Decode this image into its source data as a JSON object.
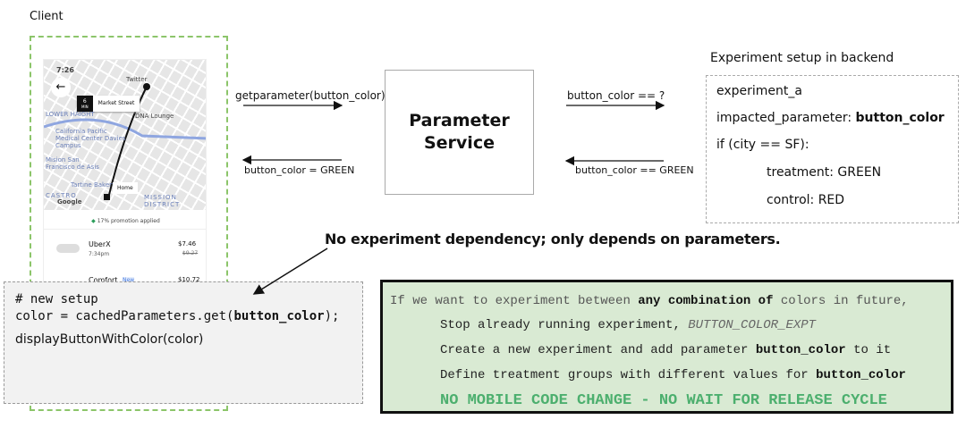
{
  "client_label": "Client",
  "phone": {
    "time": "7:26",
    "eta_minutes": "6",
    "eta_unit": "MIN",
    "pickup": "Market Street",
    "dropoff": "Home",
    "map_labels": [
      "LOWER HAIGHT",
      "Twitter",
      "DNA Lounge",
      "California Pacific Medical Center Davies Campus",
      "Mision San Francisco de Asis",
      "Tartine Bakery",
      "CASTRO",
      "MISSION DISTRICT",
      "Google"
    ],
    "promotion": "17% promotion applied",
    "rides": [
      {
        "name": "UberX",
        "time": "7:34pm",
        "price": "$7.46",
        "old_price": "$9.27"
      },
      {
        "name": "Comfort",
        "badge": "New",
        "price": "$10.72"
      }
    ]
  },
  "code": {
    "line1": "# new setup",
    "line2_prefix": "color = cachedParameters.get(",
    "line2_bold": "button_color",
    "line2_suffix": ");",
    "line3": "displayButtonWithColor(color)"
  },
  "arrows": {
    "request": "getparameter(button_color)",
    "response": "button_color = GREEN",
    "query": "button_color == ?",
    "answer": "button_color == GREEN"
  },
  "service": {
    "line1": "Parameter",
    "line2": "Service"
  },
  "backend": {
    "title": "Experiment setup in backend",
    "experiment": "experiment_a",
    "param_label": "impacted_parameter: ",
    "param_value": "button_color",
    "condition": "if (city == SF):",
    "treatment": "treatment: GREEN",
    "control": "control: RED"
  },
  "note": "No experiment dependency; only depends on parameters.",
  "future": {
    "l1a": "If we want to experiment between ",
    "l1b": "any combination of",
    "l1c": " colors in future,",
    "l2a": "Stop already running experiment, ",
    "l2b": "BUTTON_COLOR_EXPT",
    "l3a": "Create a new experiment and add parameter ",
    "l3b": "button_color",
    "l3c": " to it",
    "l4a": "Define treatment groups with different values for ",
    "l4b": "button_color",
    "l5": "NO MOBILE CODE CHANGE - NO WAIT FOR RELEASE CYCLE"
  },
  "colors": {
    "client_border": "#8cc56a",
    "future_bg": "#d9ead3",
    "highlight_green": "#4caf6e"
  }
}
